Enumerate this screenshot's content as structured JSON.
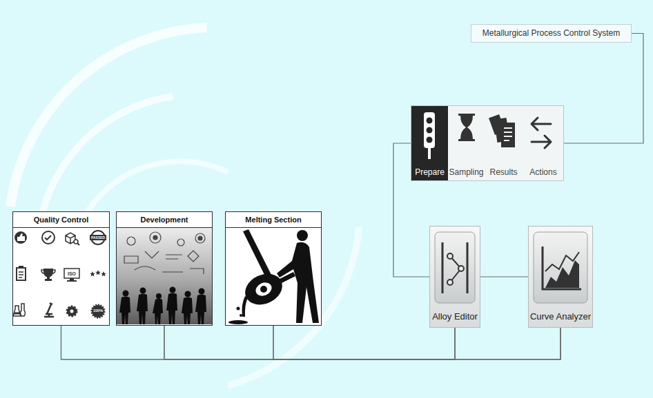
{
  "diagram": {
    "nodes": [
      {
        "text": [
          "Metallurgical Process Control System"
        ]
      },
      {
        "text": [
          "Prepare",
          "Sampling",
          "Results",
          "Actions"
        ]
      },
      {
        "text": [
          "Quality Control"
        ]
      },
      {
        "text": [
          "Development"
        ]
      },
      {
        "text": [
          "Melting Section"
        ]
      },
      {
        "text": [
          "Alloy Editor"
        ]
      },
      {
        "text": [
          "Curve Analyzer"
        ]
      }
    ],
    "edges": [
      {
        "from": 0,
        "to": 1,
        "arrow": "none"
      },
      {
        "from": 1,
        "to": 5,
        "arrow": "none"
      },
      {
        "from": 5,
        "to": 6,
        "arrow": "none"
      },
      {
        "from": 2,
        "to": 5,
        "arrow": "none"
      },
      {
        "from": 2,
        "to": 6,
        "arrow": "none"
      },
      {
        "from": 3,
        "to": 5,
        "arrow": "none"
      },
      {
        "from": 3,
        "to": 6,
        "arrow": "none"
      },
      {
        "from": 4,
        "to": 5,
        "arrow": "none"
      },
      {
        "from": 4,
        "to": 6,
        "arrow": "none"
      }
    ],
    "labels": [
      "PASSED",
      "ISO",
      "100%"
    ]
  }
}
